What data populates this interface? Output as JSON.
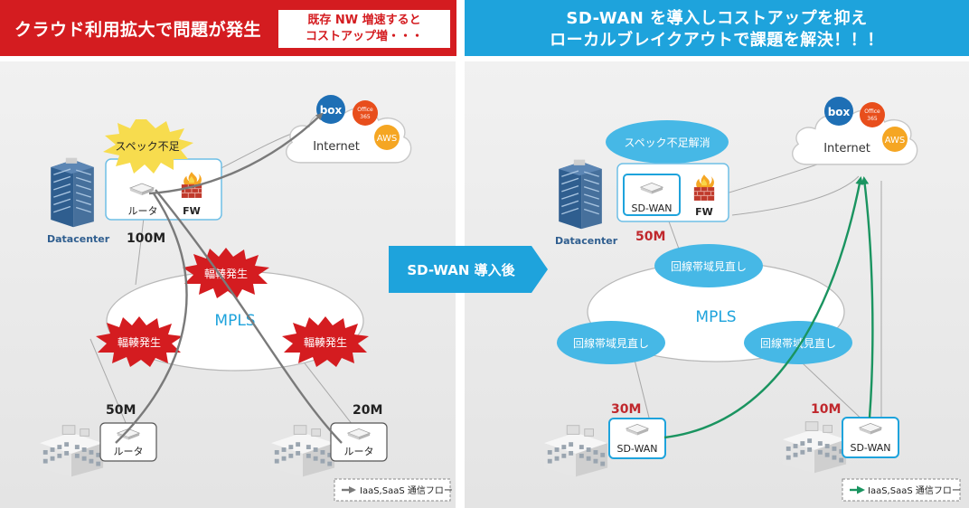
{
  "header_left": {
    "title": "クラウド利用拡大で問題が発生",
    "note_line1": "既存 NW 増速すると",
    "note_line2": "コストアップ増・・・"
  },
  "header_right": {
    "title_line1": "SD-WAN を導入しコストアップを抑え",
    "title_line2": "ローカルブレイクアウトで課題を解決！！！"
  },
  "arrow_label": "SD-WAN 導入後",
  "left": {
    "datacenter": "Datacenter",
    "router": "ルータ",
    "fw": "FW",
    "spec_burst": "スペック不足",
    "bw_dc": "100M",
    "mpls": "MPLS",
    "congestion": "輻輳発生",
    "bw_branch1": "50M",
    "bw_branch2": "20M",
    "branch_router": "ルータ",
    "legend": "IaaS,SaaS 通信フロー"
  },
  "right": {
    "datacenter": "Datacenter",
    "sdwan": "SD-WAN",
    "fw": "FW",
    "spec_resolved": "スペック不足解消",
    "bw_dc": "50M",
    "mpls": "MPLS",
    "review": "回線帯域見直し",
    "bw_branch1": "30M",
    "bw_branch2": "10M",
    "legend": "IaaS,SaaS 通信フロー"
  },
  "cloud": {
    "internet": "Internet",
    "box": "box",
    "office_line1": "Office",
    "office_line2": "365",
    "aws": "AWS"
  },
  "colors": {
    "red": "#d41c20",
    "blue": "#1ea3dc",
    "bubble": "#46b8e6",
    "green": "#1a9460",
    "flow_gray": "#7a7a7a"
  }
}
